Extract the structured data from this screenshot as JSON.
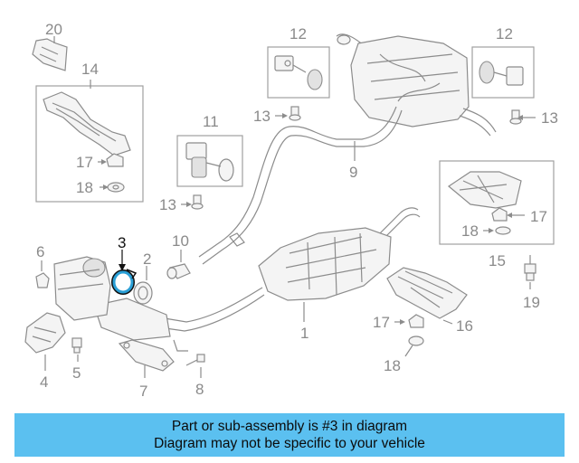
{
  "diagram": {
    "highlighted_part": "3",
    "highlight_color": "#2a9fd6",
    "banner_color": "#5bc0f0",
    "callouts": {
      "c1": "1",
      "c2": "2",
      "c3": "3",
      "c4": "4",
      "c5": "5",
      "c6": "6",
      "c7": "7",
      "c8": "8",
      "c9": "9",
      "c10": "10",
      "c11": "11",
      "c12a": "12",
      "c12b": "12",
      "c13a": "13",
      "c13b": "13",
      "c13c": "13",
      "c14": "14",
      "c15": "15",
      "c16": "16",
      "c17a": "17",
      "c17b": "17",
      "c17c": "17",
      "c18a": "18",
      "c18b": "18",
      "c18c": "18",
      "c19": "19",
      "c20": "20"
    }
  },
  "banner": {
    "line1": "Part or sub-assembly is #3 in diagram",
    "line2": "Diagram may not be specific to your vehicle"
  }
}
